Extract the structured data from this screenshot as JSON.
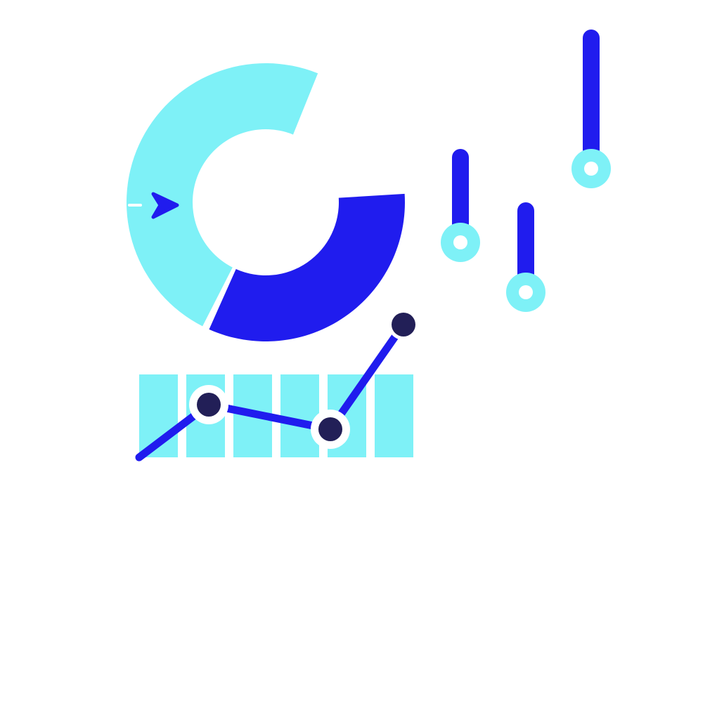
{
  "colors": {
    "cyan": "#7ef1f7",
    "blue": "#201cee",
    "navy": "#221f57",
    "background": "#ffffff"
  },
  "illustration": {
    "donut_segments": [
      {
        "name": "cyan-segment",
        "color": "cyan"
      },
      {
        "name": "blue-segment",
        "color": "blue"
      }
    ],
    "bar_count": 6,
    "line_point_count": 4,
    "lollipop_count": 3
  }
}
